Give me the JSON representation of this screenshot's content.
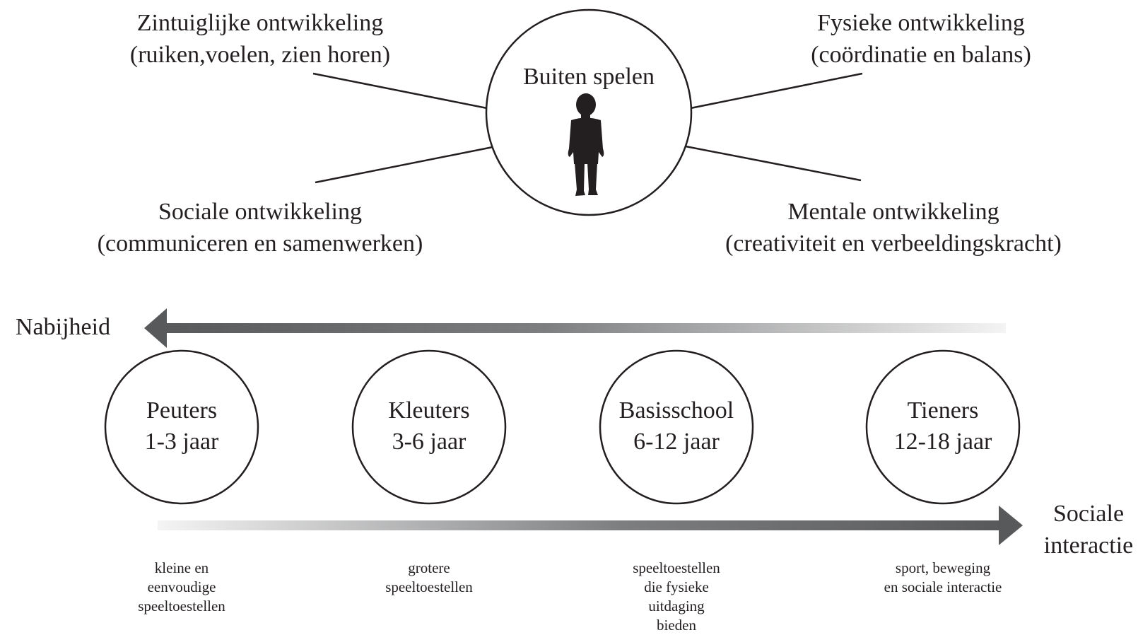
{
  "center": {
    "title": "Buiten spelen",
    "icon": "child-silhouette-icon"
  },
  "branches": [
    {
      "id": "zintuiglijk",
      "line1": "Zintuiglijke ontwikkeling",
      "line2": "(ruiken,voelen, zien horen)"
    },
    {
      "id": "fysiek",
      "line1": "Fysieke ontwikkeling",
      "line2": "(coördinatie en balans)"
    },
    {
      "id": "sociaal",
      "line1": "Sociale ontwikkeling",
      "line2": "(communiceren en samenwerken)"
    },
    {
      "id": "mentaal",
      "line1": "Mentale ontwikkeling",
      "line2": "(creativiteit en verbeeldingskracht)"
    }
  ],
  "arrows": {
    "top_label": "Nabijheid",
    "bottom_label_line1": "Sociale",
    "bottom_label_line2": "interactie",
    "dark_color": "#58595b",
    "light_color": "#f2f2f2"
  },
  "stages": [
    {
      "name": "Peuters",
      "age": "1-3 jaar",
      "notes": [
        "kleine en",
        "eenvoudige",
        "speeltoestellen"
      ]
    },
    {
      "name": "Kleuters",
      "age": "3-6 jaar",
      "notes": [
        "grotere",
        "speeltoestellen"
      ]
    },
    {
      "name": "Basisschool",
      "age": "6-12 jaar",
      "notes": [
        "speeltoestellen",
        "die fysieke",
        "uitdaging",
        "bieden"
      ]
    },
    {
      "name": "Tieners",
      "age": "12-18 jaar",
      "notes": [
        "sport, beweging",
        "en sociale interactie"
      ]
    }
  ]
}
